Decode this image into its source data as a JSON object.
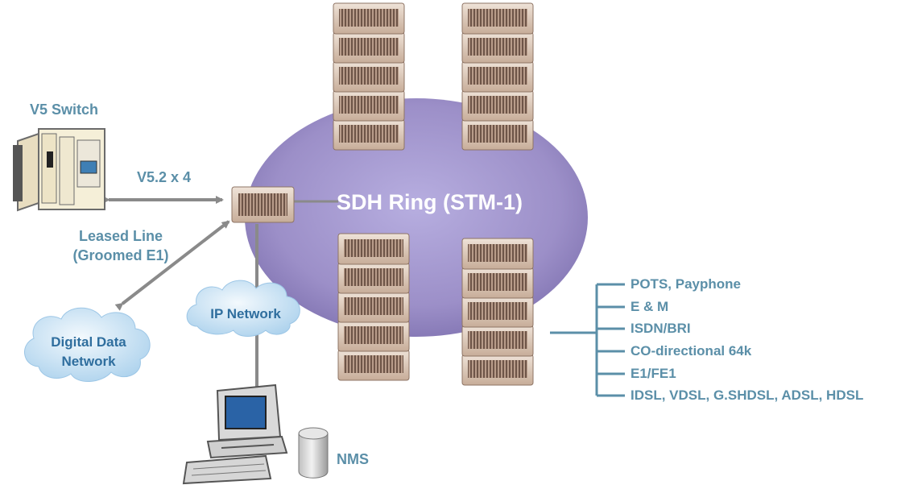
{
  "switch": {
    "title": "V5 Switch"
  },
  "links": {
    "v52": "V5.2 x 4",
    "leased_line": "Leased Line",
    "groomed": "(Groomed E1)"
  },
  "ring": {
    "title": "SDH Ring (STM-1)"
  },
  "clouds": {
    "ip": "IP Network",
    "digital_line1": "Digital Data",
    "digital_line2": "Network"
  },
  "nms": {
    "label": "NMS"
  },
  "services": [
    "POTS, Payphone",
    "E & M",
    "ISDN/BRI",
    "CO-directional 64k",
    "E1/FE1",
    "IDSL, VDSL, G.SHDSL, ADSL, HDSL"
  ],
  "colors": {
    "ring": "#9c8fc8",
    "label": "#5b8fa8",
    "cloud": "#cfe6f5",
    "rack": "#d9c4b3",
    "arrow": "#8a8a8a"
  }
}
